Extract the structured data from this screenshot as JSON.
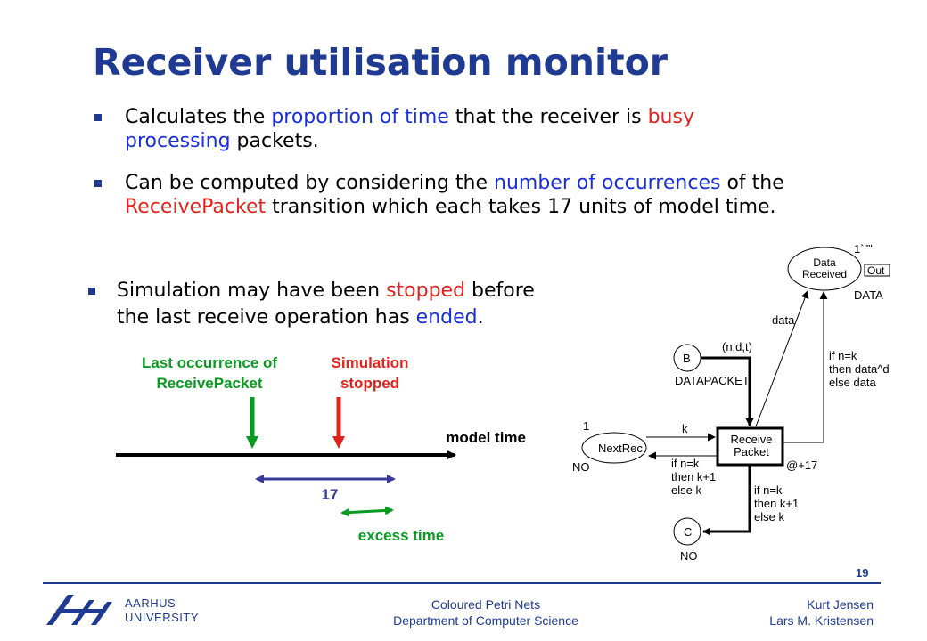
{
  "title": "Receiver utilisation monitor",
  "bullets": {
    "b1": {
      "t1": "Calculates the ",
      "t2": "proportion of time",
      "t3": " that the receiver is ",
      "t4": "busy",
      "t5": "processing",
      "t6": " packets."
    },
    "b2": {
      "t1": "Can be computed by considering the ",
      "t2": "number of occurrences",
      "t3": " of the ",
      "t4": "ReceivePacket",
      "t5": " transition which each takes 17 units of model time."
    },
    "b3": {
      "t1": "Simulation may have been ",
      "t2": "stopped",
      "t3": " before",
      "t4": "the last receive operation has ",
      "t5": "ended",
      "t6": "."
    }
  },
  "timeline": {
    "last_occ_line1": "Last occurrence of",
    "last_occ_line2": "ReceivePacket",
    "sim_line1": "Simulation",
    "sim_line2": "stopped",
    "model_time": "model time",
    "duration": "17",
    "excess": "excess time"
  },
  "petri": {
    "data_received_l1": "Data",
    "data_received_l2": "Received",
    "init_marking": "1`\"\"",
    "out_tag": "Out",
    "data_type": "DATA",
    "arc_data": "data",
    "arc_ndt": "(n,d,t)",
    "arc_if1": "if n=k",
    "arc_then1": "then data^d",
    "arc_else1": "else data",
    "place_b": "B",
    "type_datapacket": "DATAPACKET",
    "nextrec_marking": "1",
    "nextrec": "NextRec",
    "arc_k": "k",
    "type_no1": "NO",
    "receive_l1": "Receive",
    "receive_l2": "Packet",
    "delay": "@+17",
    "arc_if2": "if n=k",
    "arc_then2": "then k+1",
    "arc_else2": "else k",
    "arc_if3": "if n=k",
    "arc_then3": "then k+1",
    "arc_else3": "else k",
    "place_c": "C",
    "type_no2": "NO"
  },
  "footer": {
    "page_number": "19",
    "university_l1": "AARHUS",
    "university_l2": "UNIVERSITY",
    "course_l1": "Coloured Petri Nets",
    "course_l2": "Department of Computer Science",
    "author_l1": "Kurt Jensen",
    "author_l2": "Lars M. Kristensen"
  },
  "colors": {
    "title": "#1f3a93",
    "blue": "#1a2fd6",
    "red": "#e0241d",
    "green": "#0a9a22",
    "bracket": "#3a3a9a"
  }
}
